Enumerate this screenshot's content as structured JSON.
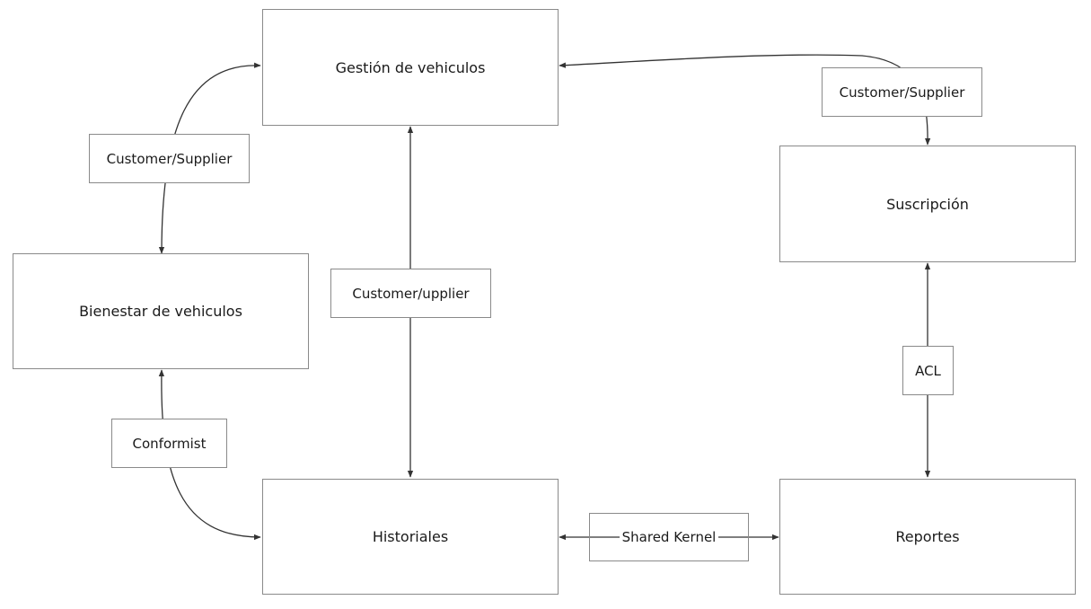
{
  "nodes": {
    "gestion": "Gestión de vehiculos",
    "suscripcion": "Suscripción",
    "bienestar": "Bienestar de vehiculos",
    "historiales": "Historiales",
    "reportes": "Reportes"
  },
  "relations": {
    "gestion_bienestar": "Customer/Supplier",
    "gestion_suscripcion": "Customer/Supplier",
    "gestion_historiales": "Customer/upplier",
    "suscripcion_reportes": "ACL",
    "bienestar_historiales": "Conformist",
    "historiales_reportes": "Shared Kernel"
  },
  "colors": {
    "border": "#8a8a8a",
    "edge": "#333333"
  }
}
